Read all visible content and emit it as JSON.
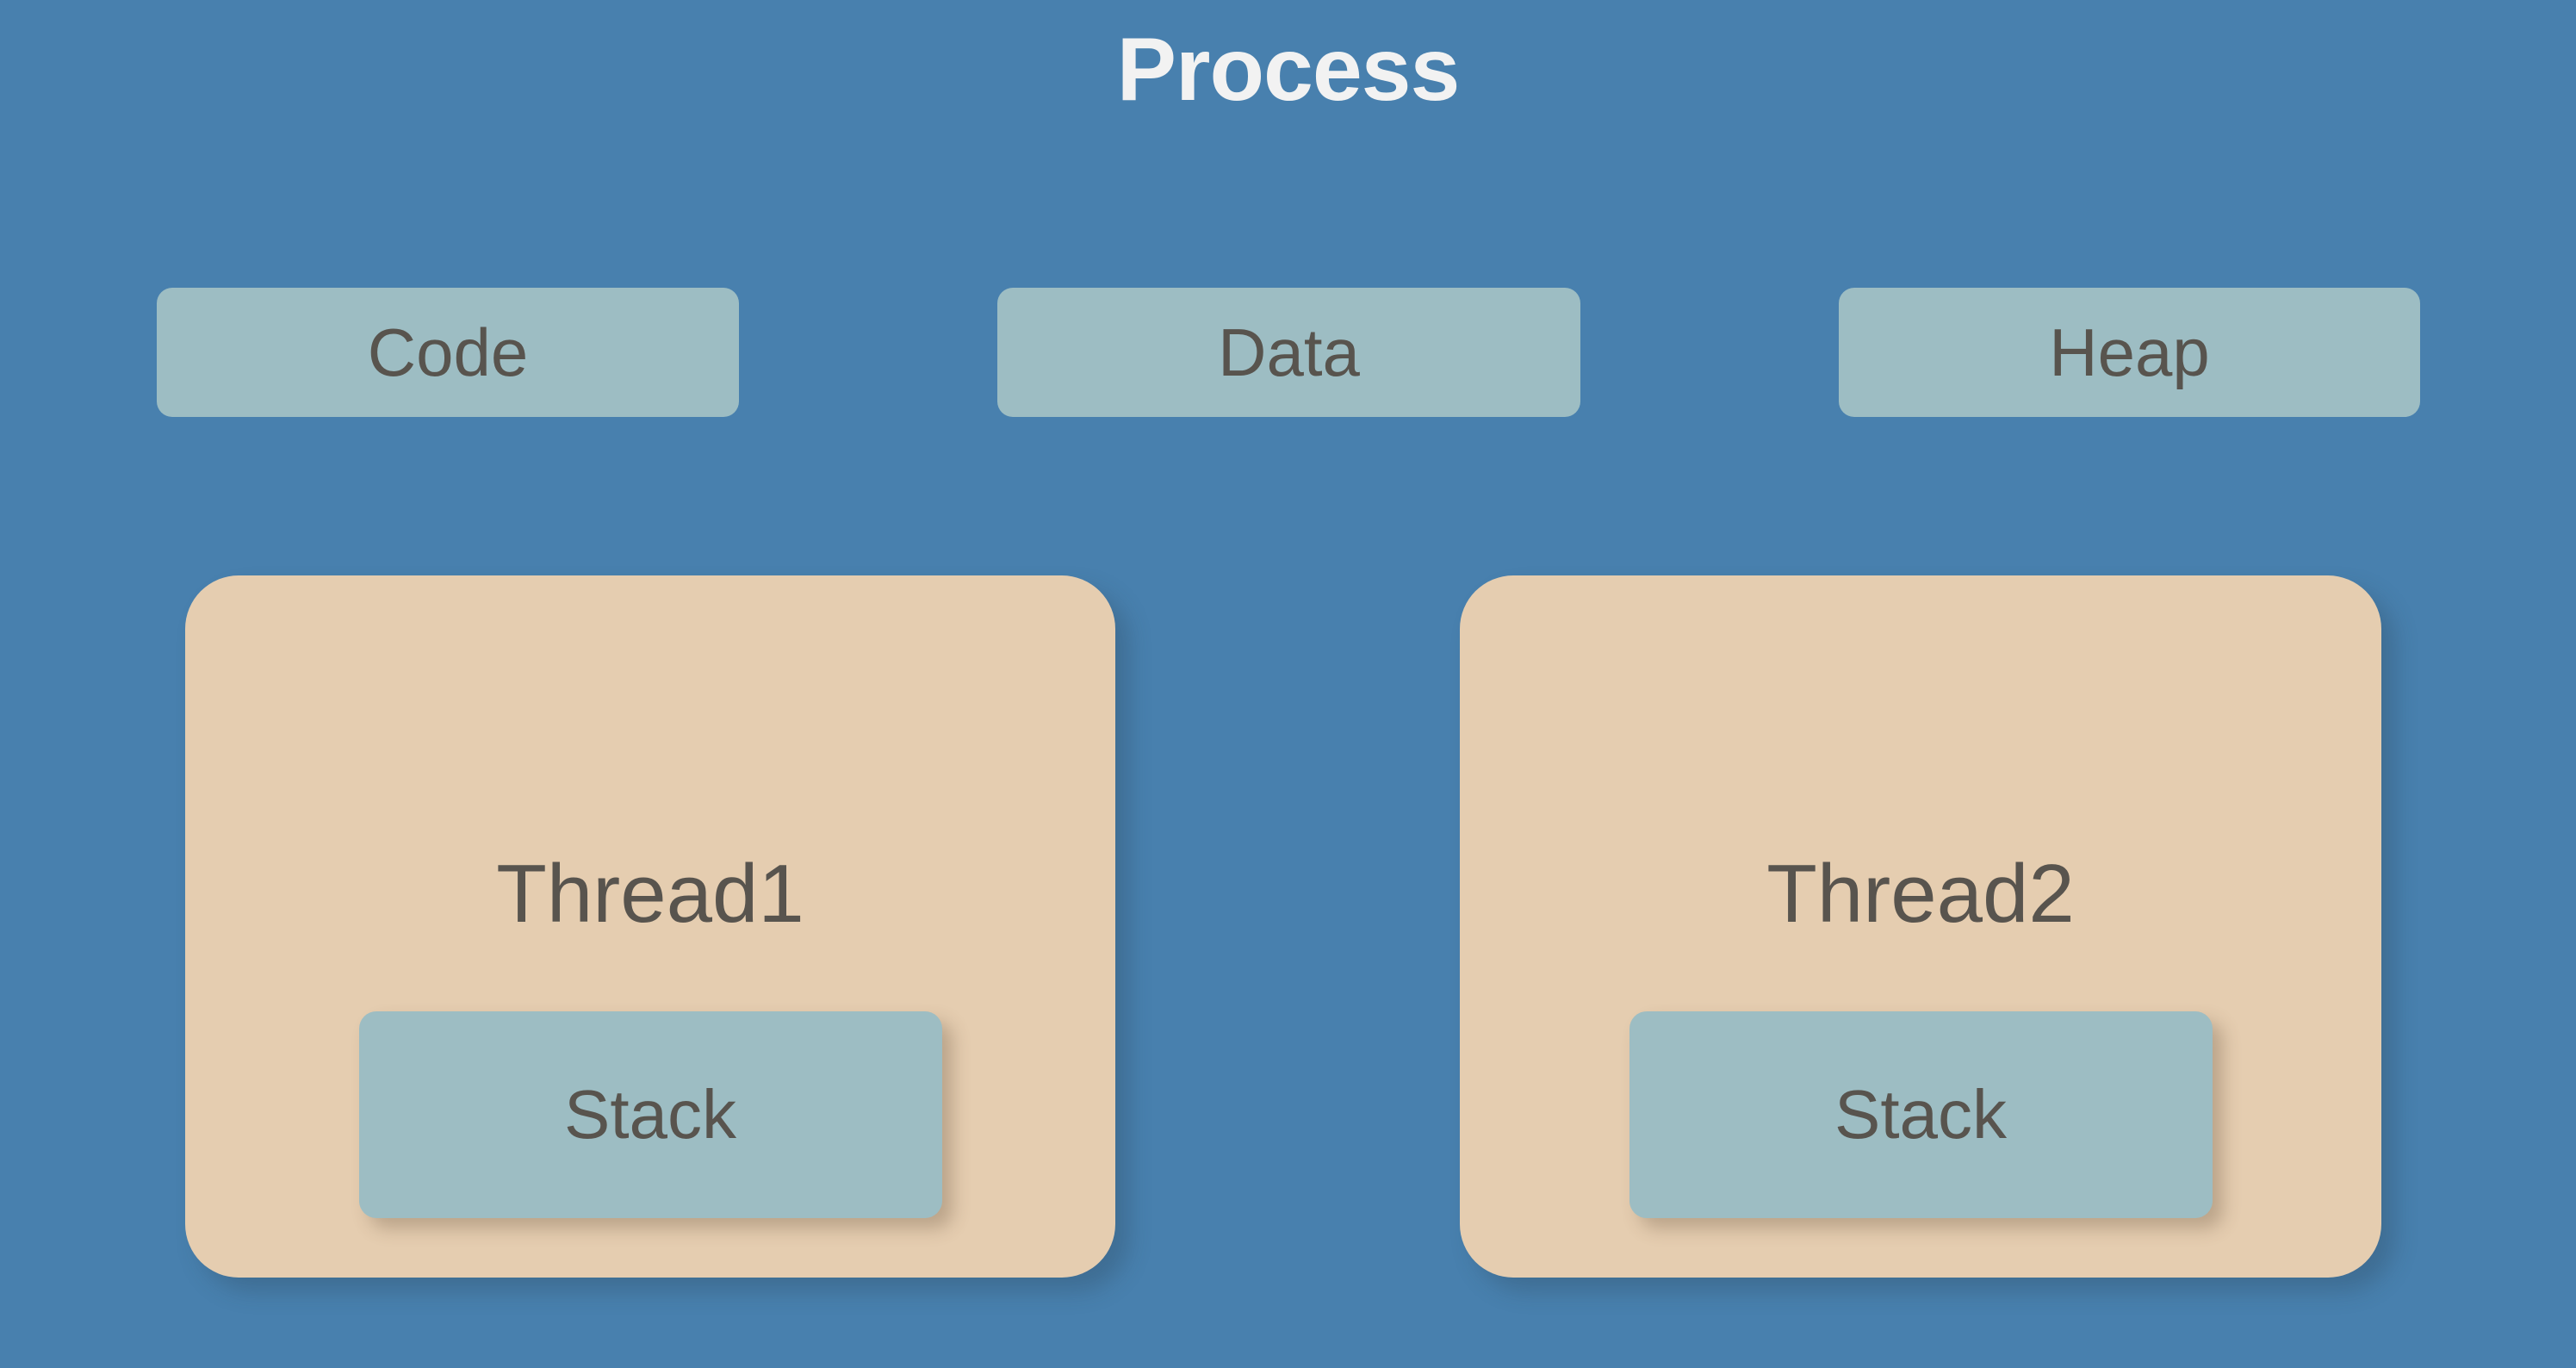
{
  "diagram": {
    "title": "Process",
    "title_color": "#F2F2F2",
    "background_color": "#4880AE",
    "segment_color": "#9DBDC3",
    "thread_color": "#E5CDB0",
    "label_color": "#58544E",
    "segments": [
      {
        "label": "Code"
      },
      {
        "label": "Data"
      },
      {
        "label": "Heap"
      }
    ],
    "threads": [
      {
        "label": "Thread1",
        "stack_label": "Stack"
      },
      {
        "label": "Thread2",
        "stack_label": "Stack"
      }
    ]
  }
}
